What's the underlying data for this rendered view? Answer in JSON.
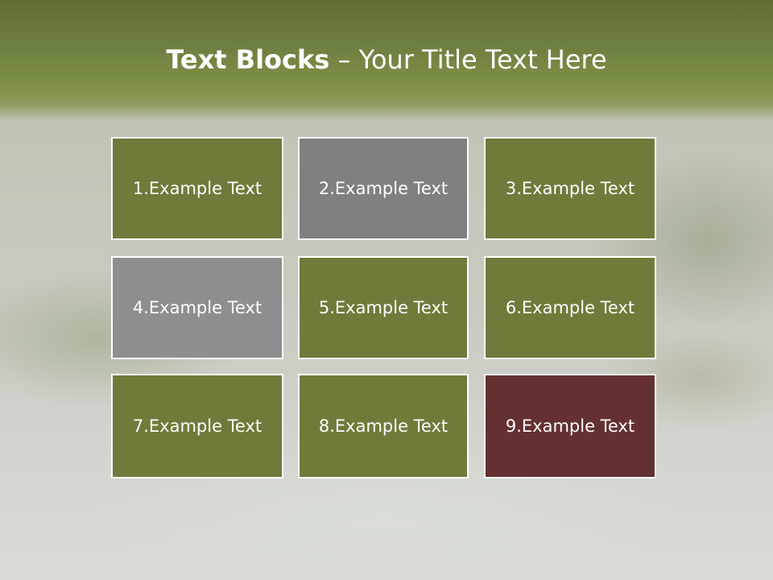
{
  "title": {
    "bold": "Text Blocks",
    "rest": " – Your Title Text Here"
  },
  "blocks": [
    {
      "label": "1.Example Text",
      "color": "#6e7b3a"
    },
    {
      "label": "2.Example Text",
      "color": "#808080"
    },
    {
      "label": "3.Example Text",
      "color": "#6e7b3a"
    },
    {
      "label": "4.Example Text",
      "color": "#8e8e8e"
    },
    {
      "label": "5.Example Text",
      "color": "#6e7b3a"
    },
    {
      "label": "6.Example Text",
      "color": "#6e7b3a"
    },
    {
      "label": "7.Example Text",
      "color": "#6e7b3a"
    },
    {
      "label": "8.Example Text",
      "color": "#6e7b3a"
    },
    {
      "label": "9.Example Text",
      "color": "#653031"
    }
  ]
}
